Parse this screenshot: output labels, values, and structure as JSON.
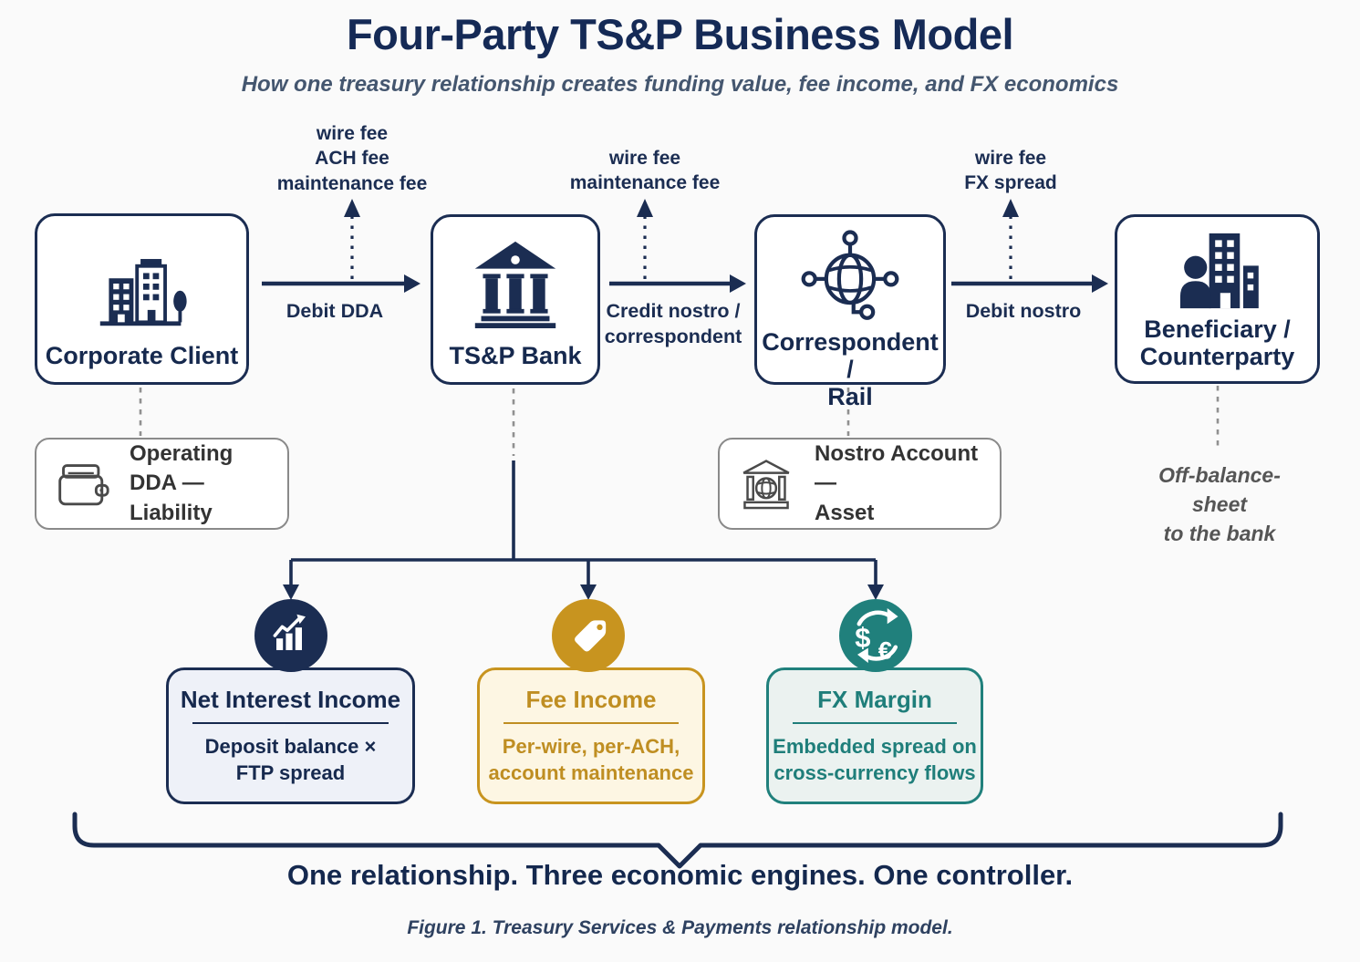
{
  "title": "Four-Party TS&P Business Model",
  "subtitle": "How one treasury relationship creates funding value, fee income, and FX economics",
  "colors": {
    "navy": "#1b2d52",
    "gold": "#c8941f",
    "teal": "#20807c",
    "gray_border": "#8a8a8a",
    "nii_bg": "#eef1f8",
    "fee_bg": "#fdf6e3",
    "fx_bg": "#ebf2f0"
  },
  "parties": {
    "corporate": {
      "label": "Corporate Client",
      "icon": "buildings-icon"
    },
    "bank": {
      "label": "TS&P Bank",
      "icon": "bank-icon"
    },
    "correspondent": {
      "label": "Correspondent /\nRail",
      "icon": "globe-network-icon"
    },
    "beneficiary": {
      "label": "Beneficiary /\nCounterparty",
      "icon": "person-buildings-icon"
    }
  },
  "flows": {
    "f1": {
      "label": "Debit DDA",
      "fees": "wire fee\nACH fee\nmaintenance fee"
    },
    "f2": {
      "label": "Credit nostro /\ncorrespondent",
      "fees": "wire fee\nmaintenance fee"
    },
    "f3": {
      "label": "Debit nostro",
      "fees": "wire fee\nFX spread"
    }
  },
  "balance_sheet": {
    "dda": {
      "label": "Operating DDA —\nLiability",
      "icon": "wallet-icon"
    },
    "nostro": {
      "label": "Nostro Account —\nAsset",
      "icon": "bank-globe-icon"
    },
    "off_balance_note": "Off-balance-sheet\nto the bank"
  },
  "engines": {
    "nii": {
      "title": "Net Interest Income",
      "body": "Deposit balance ×\nFTP spread",
      "icon": "growth-chart-icon"
    },
    "fee": {
      "title": "Fee Income",
      "body": "Per-wire, per-ACH,\naccount maintenance",
      "icon": "price-tag-icon"
    },
    "fx": {
      "title": "FX Margin",
      "body": "Embedded spread on\ncross-currency flows",
      "icon": "currency-exchange-icon"
    }
  },
  "footer": {
    "statement": "One relationship. Three economic engines. One controller.",
    "caption": "Figure 1. Treasury Services & Payments relationship model."
  }
}
